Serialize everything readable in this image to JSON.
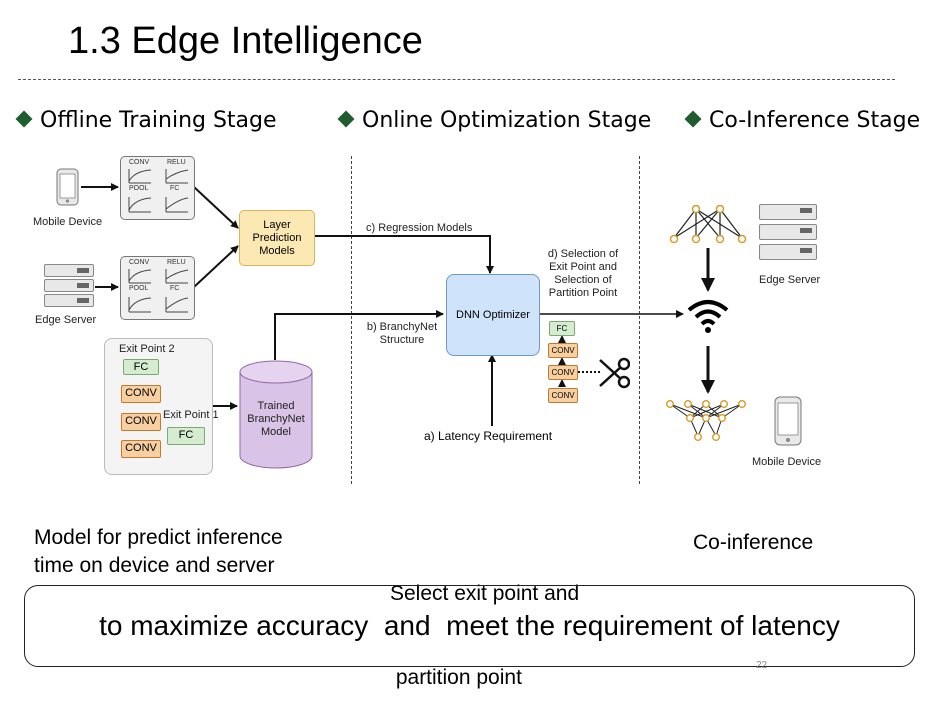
{
  "slide": {
    "title": "1.3 Edge Intelligence",
    "page_number": "22"
  },
  "stages": [
    {
      "label": "Offline Training Stage"
    },
    {
      "label": "Online Optimization Stage"
    },
    {
      "label": "Co-Inference Stage"
    }
  ],
  "diagram": {
    "mobile_device_label": "Mobile Device",
    "edge_server_label": "Edge Server",
    "profile_box_labels": [
      "CONV",
      "RELU",
      "POOL",
      "FC"
    ],
    "layer_prediction_label": "Layer Prediction Models",
    "trained_model_label": "Trained BranchyNet Model",
    "exit_point_2": "Exit Point 2",
    "exit_point_1": "Exit Point 1",
    "fc_label": "FC",
    "conv_label": "CONV",
    "regression_models": "c) Regression Models",
    "branchynet_structure": "b) BranchyNet Structure",
    "dnn_optimizer": "DNN Optimizer",
    "selection_text": "d) Selection of Exit Point and Selection of Partition Point",
    "latency_requirement": "a) Latency Requirement",
    "coinf_edge_server": "Edge Server",
    "coinf_mobile_device": "Mobile Device"
  },
  "captions": {
    "offline": [
      "Model for predict inference",
      "time on device and server"
    ],
    "online": [
      "Select exit point and",
      " partition point"
    ],
    "coinference": "Co-inference"
  },
  "goal": "to maximize accuracy  and  meet the requirement of latency",
  "colors": {
    "stage_diamond": "#1f5c2e",
    "layer_prediction_fill": "#fce8b2",
    "trained_model_fill": "#d9c3e6",
    "conv_fill": "#f8cfa0",
    "fc_fill": "#d5ecd0",
    "dnn_optimizer_fill": "#cfe3fa"
  },
  "icons": [
    "smartphone-icon",
    "server-icon",
    "wifi-icon",
    "scissors-icon",
    "neural-network-icon"
  ]
}
